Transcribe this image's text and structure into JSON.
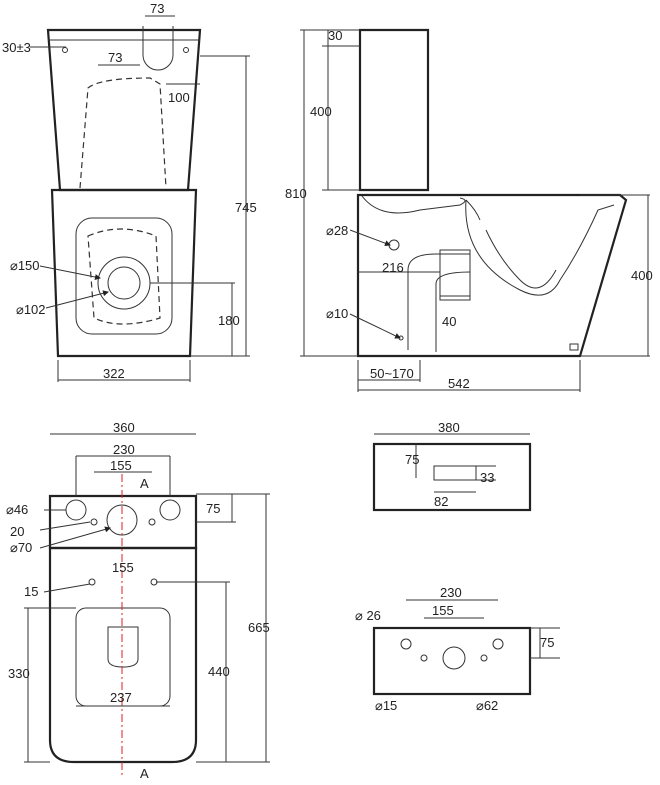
{
  "front_view": {
    "top_cap_width": "73",
    "tank_hole_offset": "30±3",
    "button_offset": "73",
    "tank_height": "100",
    "height_745": "745",
    "outlet_outer_dia": "⌀150",
    "outlet_inner_dia": "⌀102",
    "outlet_height": "180",
    "base_width": "322"
  },
  "side_view": {
    "cistern_top": "30",
    "cistern_height": "400",
    "total_height": "810",
    "inlet_dia": "⌀28",
    "trap_offset": "216",
    "fix_dia": "⌀10",
    "pipe_dim": "40",
    "bowl_height": "400",
    "rough_in": "50~170",
    "depth": "542"
  },
  "top_view": {
    "tank_width": "360",
    "holes_outer": "230",
    "holes_inner": "155",
    "section_top": "A",
    "button_hole_dia": "⌀46",
    "fix_offset": "75",
    "small_hole": "20",
    "center_hole_dia": "⌀70",
    "floor_fix_spacing": "155",
    "floor_fix_dia": "15",
    "length": "665",
    "seat_to_fix": "330",
    "fix_to_back": "440",
    "bowl_width": "237",
    "section_bottom": "A"
  },
  "lid_view": {
    "width": "380",
    "depth_offset": "75",
    "slot_height": "33",
    "slot_width": "82"
  },
  "base_view": {
    "outer_spacing": "230",
    "inner_spacing": "155",
    "depth": "75",
    "hole_dia": "⌀ 26",
    "small_dia": "⌀15",
    "drain_dia": "⌀62"
  }
}
